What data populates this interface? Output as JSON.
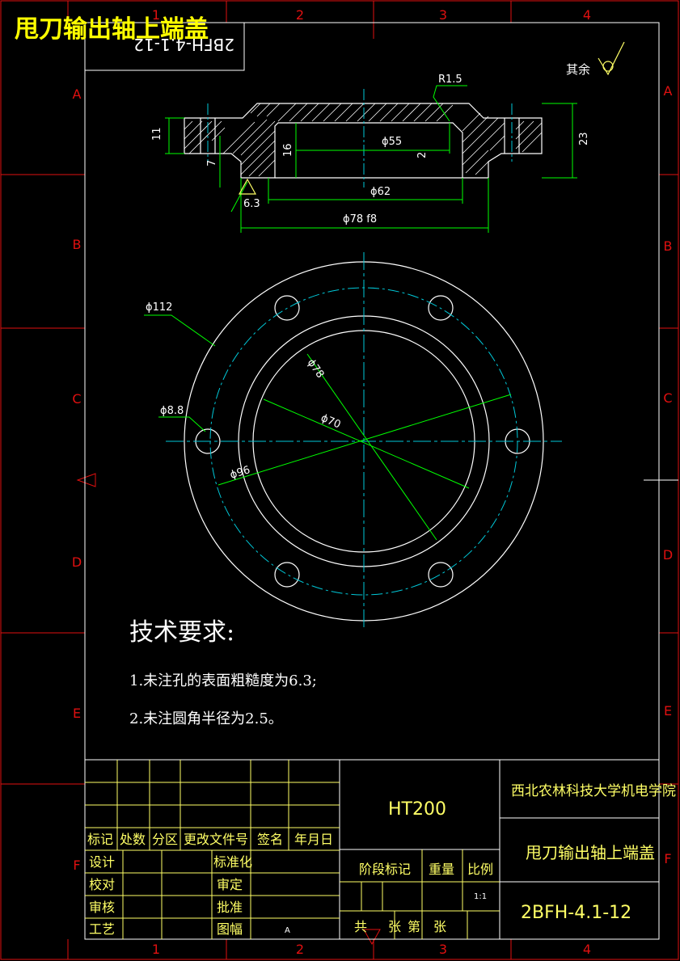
{
  "page_title": "甩刀输出轴上端盖",
  "mirrored_code": "2BFH-4.1-12",
  "roughness_other": "其余",
  "zone_cols": [
    "1",
    "2",
    "3",
    "4"
  ],
  "zone_rows": [
    "A",
    "B",
    "C",
    "D",
    "E",
    "F"
  ],
  "section_dims": {
    "r": "R1.5",
    "d55": "ϕ55",
    "d62": "ϕ62",
    "d78": "ϕ78 f8",
    "h11": "11",
    "h23": "23",
    "h16": "16",
    "h7": "7",
    "h2": "2",
    "rough": "6.3"
  },
  "plan_dims": {
    "d112": "ϕ112",
    "d78": "ϕ78",
    "d70": "ϕ70",
    "d88": "ϕ8.8",
    "d96": "ϕ96"
  },
  "tech": {
    "title": "技术要求:",
    "line1": "1.未注孔的表面粗糙度为6.3;",
    "line2": "2.未注圆角半径为2.5。"
  },
  "title_block": {
    "material": "HT200",
    "school": "西北农林科技大学机电学院",
    "part_name": "甩刀输出轴上端盖",
    "drawing_no": "2BFH-4.1-12",
    "hdr_mark": "标记",
    "hdr_count": "处数",
    "hdr_zone": "分区",
    "hdr_change": "更改文件号",
    "hdr_sign": "签名",
    "hdr_date": "年月日",
    "design": "设计",
    "standard": "标准化",
    "check": "校对",
    "review": "审定",
    "audit": "审核",
    "approve": "批准",
    "process": "工艺",
    "sheet_size": "图幅",
    "sheet_size_val": "A",
    "stage": "阶段标记",
    "weight": "重量",
    "scale": "比例",
    "scale_val": "1:1",
    "total": "共",
    "sheets": "张",
    "sheet_no": "第",
    "sheet_unit": "张"
  },
  "colors": {
    "frame": "#e01010",
    "outline": "#ffffff",
    "center": "#00c8d8",
    "dim": "#00ff00",
    "text": "#ffff66",
    "title": "#ffff00"
  }
}
